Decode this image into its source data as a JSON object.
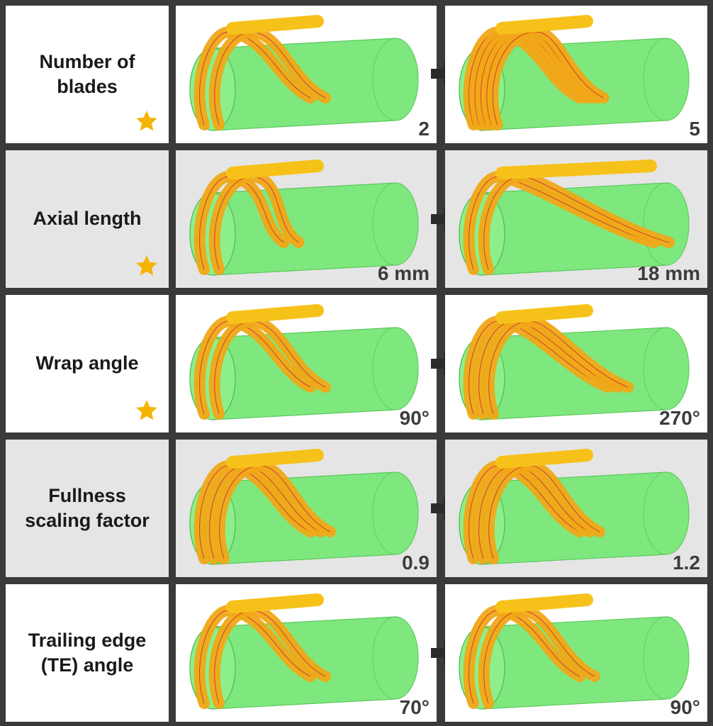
{
  "rows": [
    {
      "label": "Number of\nblades",
      "starred": true,
      "before": "2",
      "after": "5",
      "blades_before": 2,
      "blades_after": 5
    },
    {
      "label": "Axial length",
      "starred": true,
      "before": "6 mm",
      "after": "18 mm",
      "blades_before": 2,
      "blades_after": 2
    },
    {
      "label": "Wrap angle",
      "starred": true,
      "before": "90°",
      "after": "270°",
      "blades_before": 2,
      "blades_after": 3
    },
    {
      "label": "Fullness\nscaling factor",
      "starred": false,
      "before": "0.9",
      "after": "1.2",
      "blades_before": 3,
      "blades_after": 3
    },
    {
      "label": "Trailing edge\n(TE) angle",
      "starred": false,
      "before": "70°",
      "after": "90°",
      "blades_before": 2,
      "blades_after": 2
    }
  ],
  "colors": {
    "cylinder": "#7ee87e",
    "blade": "#f0a818",
    "blade_edge": "#c8102e",
    "star": "#f5b400",
    "arrow": "#2b2b2b"
  },
  "icons": {
    "star": "star-icon",
    "arrow": "right-arrow-icon"
  }
}
